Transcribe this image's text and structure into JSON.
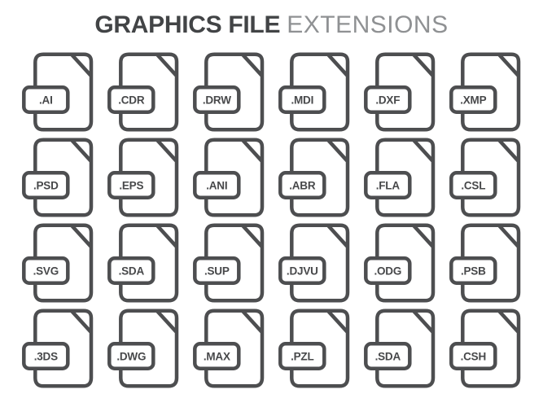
{
  "title": {
    "bold": "GRAPHICS FILE",
    "light": "EXTENSIONS"
  },
  "colors": {
    "icon_stroke": "#4d4e50",
    "tag_fill": "#ffffff",
    "title_bold": "#424446",
    "title_light": "#8f9193",
    "background": "#ffffff"
  },
  "grid": {
    "rows": 4,
    "columns": 6,
    "extensions": [
      ".AI",
      ".CDR",
      ".DRW",
      ".MDI",
      ".DXF",
      ".XMP",
      ".PSD",
      ".EPS",
      ".ANI",
      ".ABR",
      ".FLA",
      ".CSL",
      ".SVG",
      ".SDA",
      ".SUP",
      ".DJVU",
      ".ODG",
      ".PSB",
      ".3DS",
      ".DWG",
      ".MAX",
      ".PZL",
      ".SDA",
      ".CSH"
    ]
  }
}
